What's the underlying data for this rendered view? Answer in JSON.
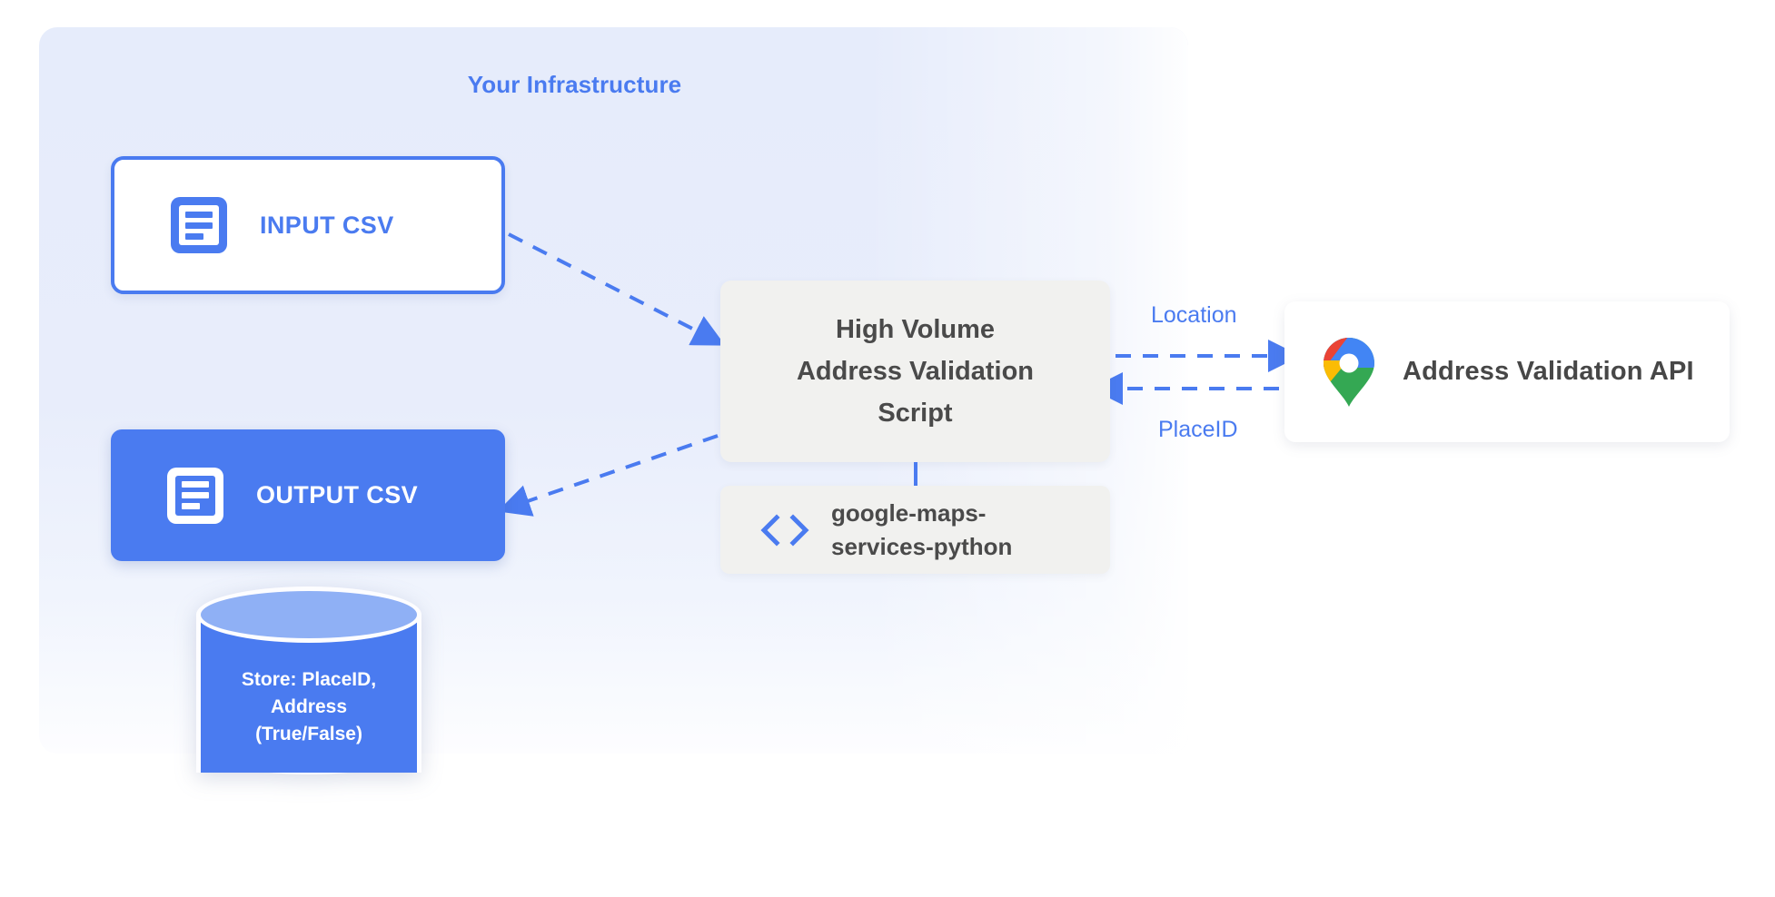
{
  "panel": {
    "title": "Your Infrastructure",
    "accent_color": "#4a7bf0",
    "background_color": "#e6ecfb"
  },
  "nodes": {
    "input_csv": {
      "label": "INPUT CSV",
      "icon": "document-icon",
      "style": "outlined",
      "border_color": "#4a7bf0",
      "text_color": "#4a7bf0"
    },
    "output_csv": {
      "label": "OUTPUT CSV",
      "icon": "document-icon",
      "style": "filled",
      "fill_color": "#4a7bf0",
      "text_color": "#ffffff"
    },
    "script": {
      "label": "High Volume\nAddress Validation\nScript",
      "fill_color": "#f1f1ef",
      "text_color": "#4a4a4a"
    },
    "library": {
      "label": "google-maps-\nservices-python",
      "icon": "code-brackets-icon",
      "fill_color": "#f1f1ef",
      "text_color": "#4a4a4a"
    },
    "api": {
      "label": "Address Validation API",
      "icon": "google-maps-pin-icon",
      "fill_color": "#ffffff",
      "text_color": "#474747"
    },
    "database": {
      "label": "Store: PlaceID,\nAddress\n(True/False)",
      "icon": "database-cylinder-icon",
      "fill_color": "#4a7bf0",
      "top_color": "#8fb0f5",
      "text_color": "#ffffff"
    }
  },
  "edges": [
    {
      "from": "input_csv",
      "to": "script",
      "label": "",
      "style": "dashed",
      "direction": "forward"
    },
    {
      "from": "script",
      "to": "output_csv",
      "label": "",
      "style": "dashed",
      "direction": "forward"
    },
    {
      "from": "script",
      "to": "api",
      "label": "Location",
      "style": "dashed",
      "direction": "forward"
    },
    {
      "from": "api",
      "to": "script",
      "label": "PlaceID",
      "style": "dashed",
      "direction": "backward"
    },
    {
      "from": "script",
      "to": "library",
      "label": "",
      "style": "solid",
      "direction": "none"
    }
  ],
  "edge_labels": {
    "location": "Location",
    "placeid": "PlaceID"
  }
}
